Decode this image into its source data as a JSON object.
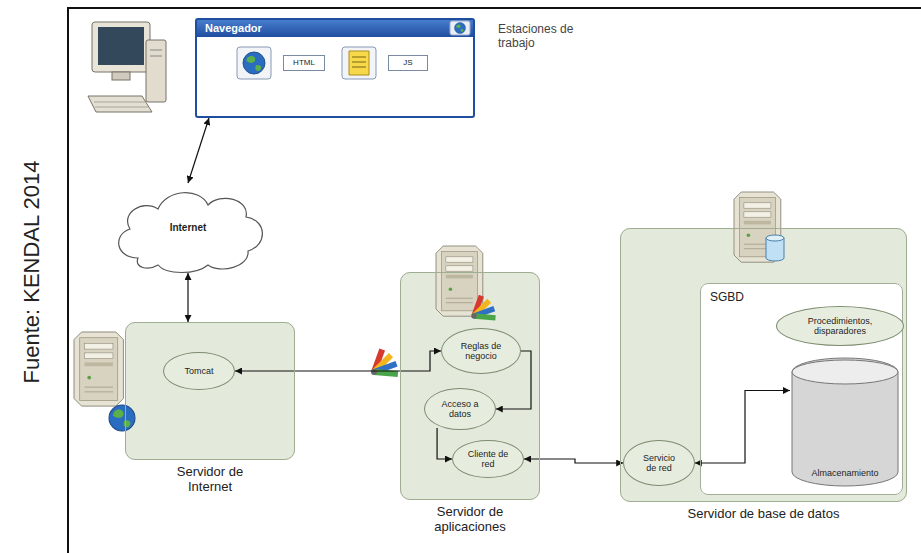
{
  "diagram": {
    "nodes": [
      {
        "text": [
          "Navegador"
        ]
      },
      {
        "text": [
          "HTML"
        ],
        "in": 0
      },
      {
        "text": [
          "JS"
        ],
        "in": 0
      },
      {
        "text": [
          "Internet"
        ]
      },
      {
        "text": [
          "Servidor de Internet"
        ]
      },
      {
        "text": [
          "Tomcat"
        ],
        "in": 4
      },
      {
        "text": [
          "Servidor de aplicaciones"
        ]
      },
      {
        "text": [
          "Reglas de negocio"
        ],
        "in": 6
      },
      {
        "text": [
          "Acceso a datos"
        ],
        "in": 6
      },
      {
        "text": [
          "Cliente de red"
        ],
        "in": 6
      },
      {
        "text": [
          "Servidor de base de datos"
        ]
      },
      {
        "text": [
          "SGBD"
        ],
        "in": 10
      },
      {
        "text": [
          "Procedimientos, disparadores"
        ],
        "in": 11
      },
      {
        "text": [
          "Servicio de red"
        ],
        "in": 10
      },
      {
        "text": [
          "Almacenamiento"
        ],
        "in": 11
      }
    ],
    "edges": [
      {
        "from": 0,
        "to": 3,
        "arrow": "both"
      },
      {
        "from": 3,
        "to": 4,
        "arrow": "both"
      },
      {
        "from": 5,
        "to": 7,
        "arrow": "both"
      },
      {
        "from": 7,
        "to": 8,
        "arrow": "to"
      },
      {
        "from": 8,
        "to": 9,
        "arrow": "to"
      },
      {
        "from": 9,
        "to": 13,
        "arrow": "both"
      },
      {
        "from": 13,
        "to": 14,
        "arrow": "both"
      }
    ],
    "labels": [
      "Estaciones de trabajo",
      "Fuente: KENDAL 2014"
    ]
  }
}
